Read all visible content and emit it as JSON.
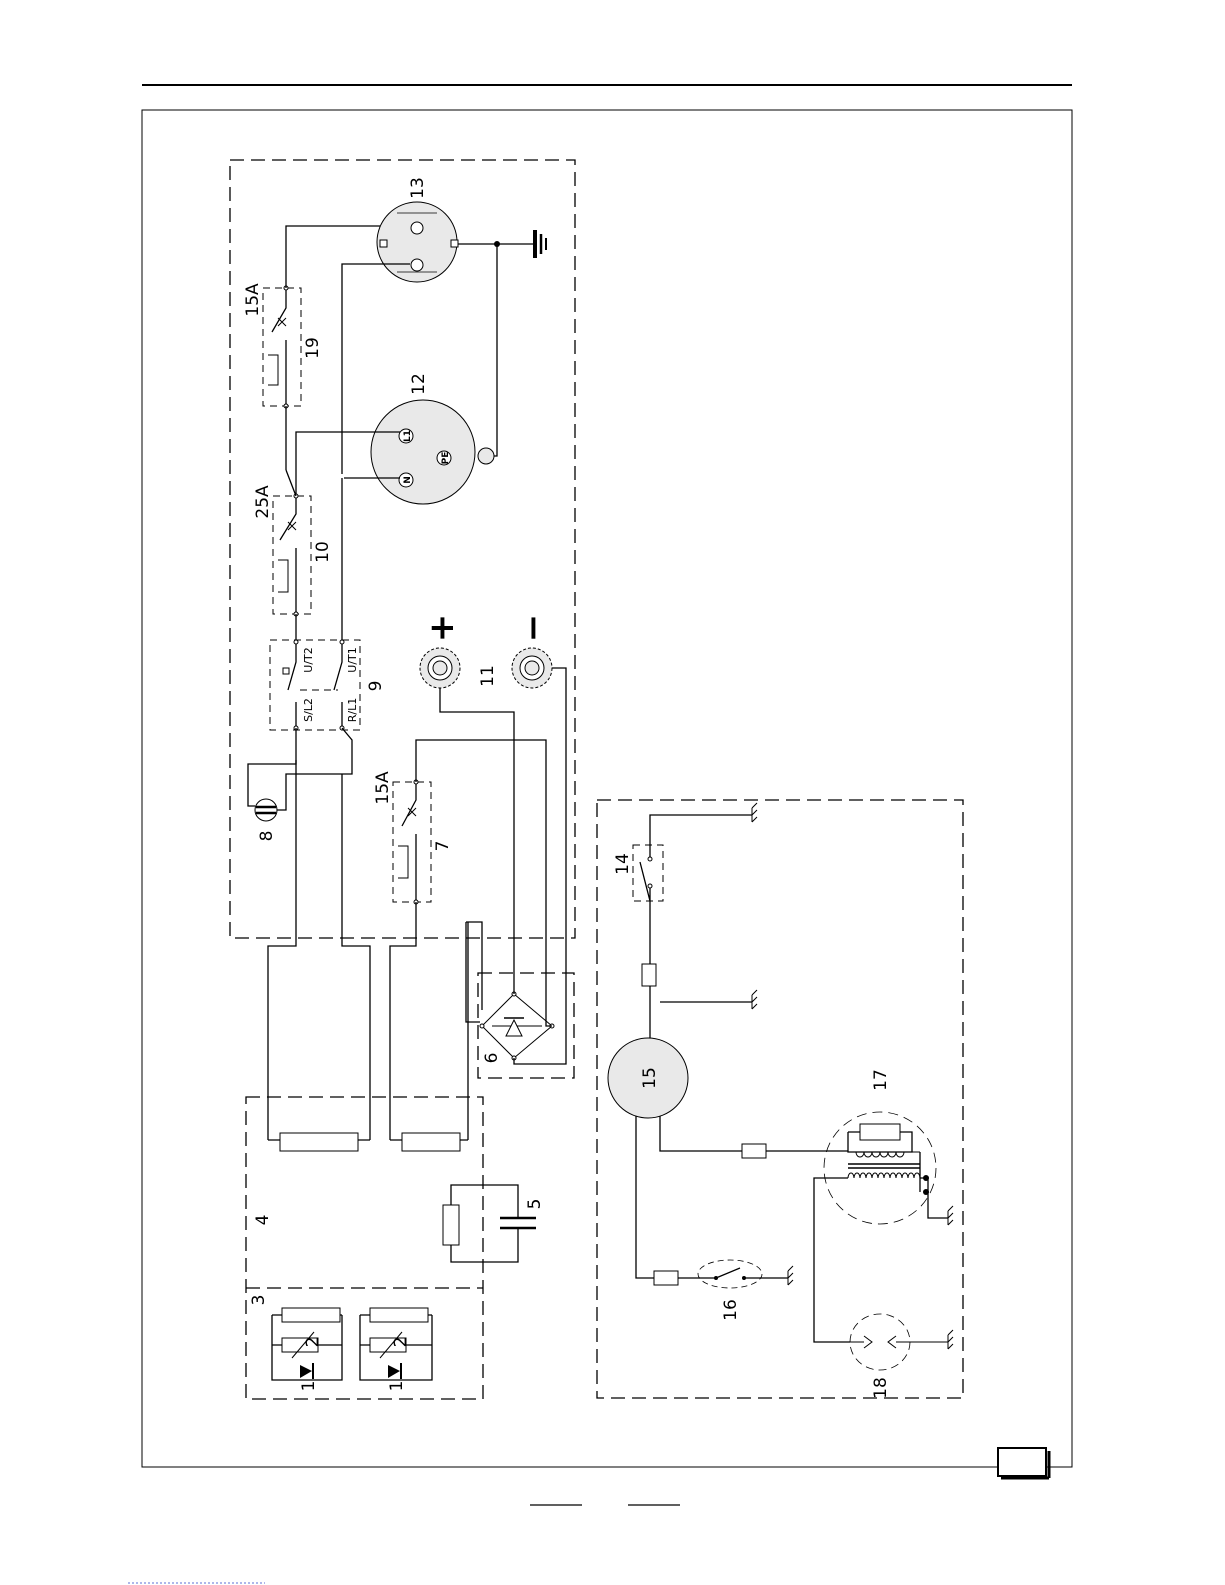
{
  "labels": {
    "c1a": "1",
    "c1b": "1",
    "c2a": "2",
    "c2b": "2",
    "c3": "3",
    "c4": "4",
    "c5": "5",
    "c6": "6",
    "c7": "7",
    "c8": "8",
    "c9": "9",
    "c10": "10",
    "c11": "11",
    "c12": "12",
    "c13": "13",
    "c14": "14",
    "c15": "15",
    "c16": "16",
    "c17": "17",
    "c18": "18",
    "c19": "19"
  },
  "ratings": {
    "breaker7": "15A",
    "breaker10": "25A",
    "breaker19": "15A"
  },
  "contactor_pins": {
    "s_l2": "S/L2",
    "r_l1": "R/L1",
    "u_t2": "U/T2",
    "u_t1": "U/T1"
  },
  "socket12_pins": {
    "l": "L1",
    "n": "N",
    "pe": "PE"
  },
  "terminals": {
    "plus": "+",
    "minus": "−"
  }
}
